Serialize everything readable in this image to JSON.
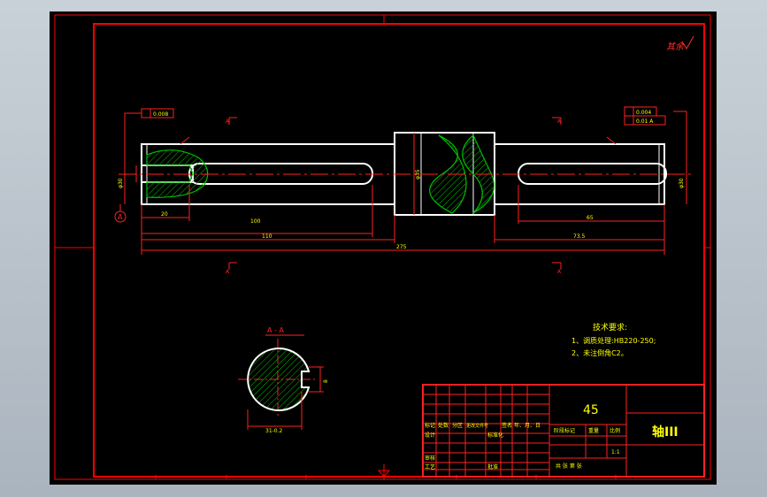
{
  "drawing": {
    "signature": "其余",
    "section_label": "A - A",
    "cut_marker": "A",
    "datum": "A",
    "tolerance_left": "0.008",
    "tolerance_right_top": "0.004",
    "tolerance_right_bottom": "0.01 A",
    "diameters": {
      "left": "φ30",
      "middle": "φ35",
      "right": "φ30"
    },
    "dims": {
      "d20": "20",
      "d100": "100",
      "d110": "110",
      "d65": "65",
      "d73_5": "73.5",
      "d275": "275"
    },
    "section_dim_bottom": "31-0.2",
    "section_dim_side": "8"
  },
  "tech": {
    "title": "技术要求:",
    "line1": "1、调质处理:HB220-250;",
    "line2": "2、未注倒角C2。"
  },
  "title_block": {
    "material": "45",
    "part_name": "轴III",
    "row1": [
      "标记",
      "处数",
      "分区",
      "更改文件号",
      "签名",
      "年、月、日"
    ],
    "designer": "设计",
    "standardized": "标准化",
    "stage": "阶段标记",
    "weight": "重量",
    "scale": "比例",
    "scale_value": "1:1",
    "reviewer": "审核",
    "process": "工艺",
    "approved": "批准",
    "sheet": "共  张 第  张"
  },
  "colors": {
    "border": "#ff0000",
    "outline": "#ffffff",
    "dimension": "#ff2020",
    "text": "#ffff00",
    "hatch": "#00c000"
  }
}
